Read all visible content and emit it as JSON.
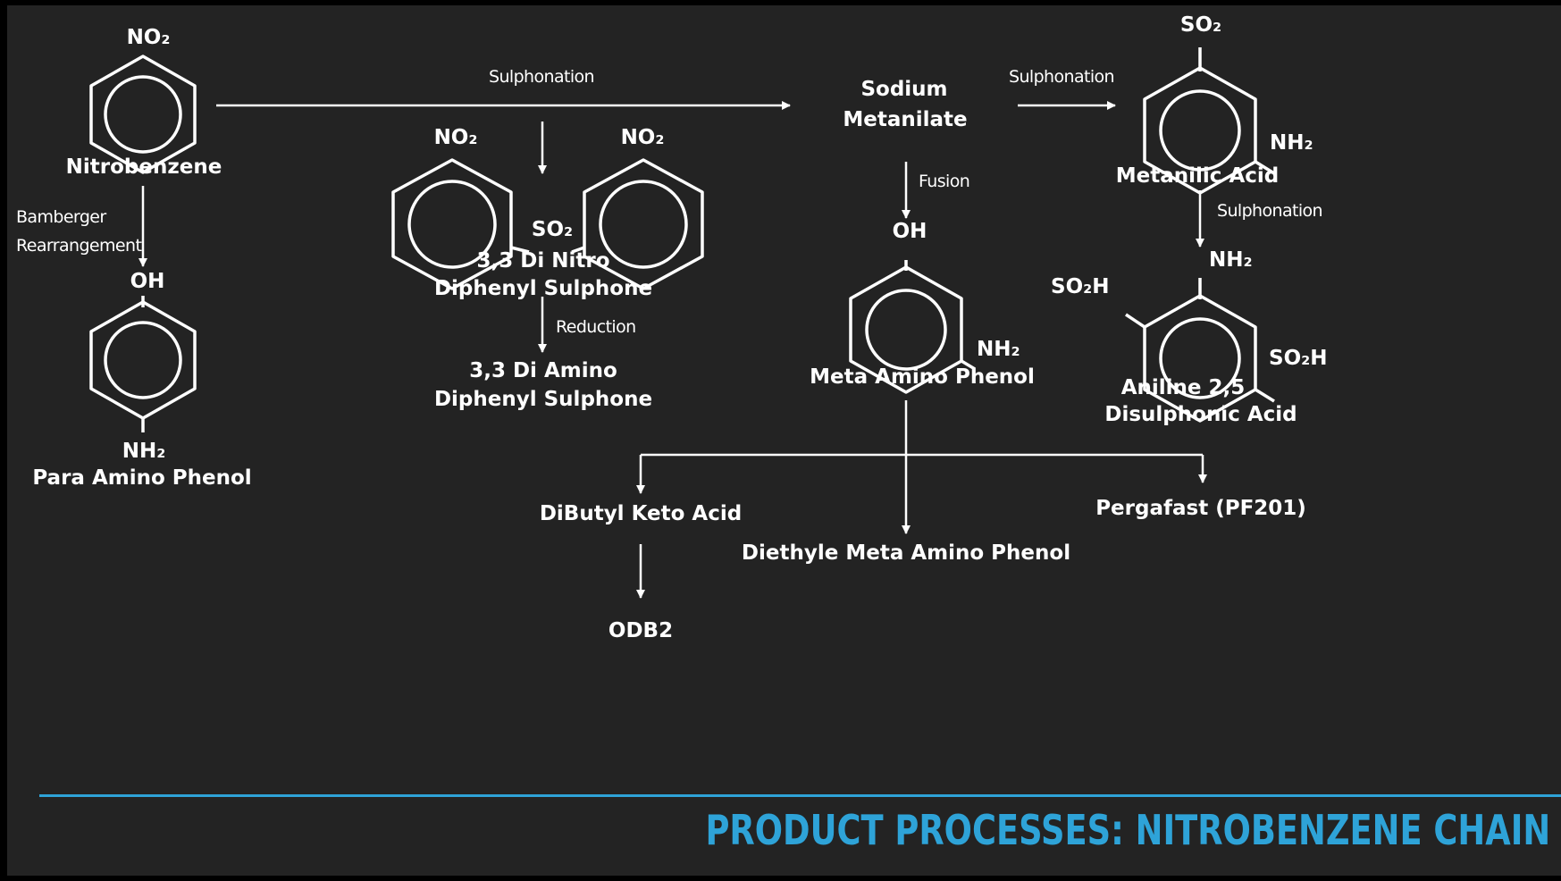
{
  "colors": {
    "background": "#232323",
    "foreground": "#ffffff",
    "accent": "#2ea3d8"
  },
  "footer": {
    "title": "PRODUCT PROCESSES: NITROBENZENE CHAIN"
  },
  "compounds": {
    "nitrobenzene": {
      "name": "Nitrobenzene",
      "top_group": "NO₂"
    },
    "para_amino_phenol": {
      "name": "Para Amino Phenol",
      "top_group": "OH",
      "bottom_group": "NH₂"
    },
    "dinitro_sulphone": {
      "name_line1": "3,3 Di Nitro",
      "name_line2": "Diphenyl Sulphone",
      "left_group": "NO₂",
      "right_group": "NO₂",
      "bridge_group": "SO₂"
    },
    "diamino_sulphone": {
      "name_line1": "3,3 Di Amino",
      "name_line2": "Diphenyl Sulphone"
    },
    "sodium_metanilate": {
      "name_line1": "Sodium",
      "name_line2": "Metanilate"
    },
    "meta_amino_phenol": {
      "name": "Meta Amino Phenol",
      "top_group": "OH",
      "side_group": "NH₂"
    },
    "metanilic_acid": {
      "name": "Metanilic Acid",
      "top_group": "SO₂",
      "side_group": "NH₂"
    },
    "aniline_disulphonic": {
      "name_line1": "Aniline 2,5",
      "name_line2": "Disulphonic Acid",
      "top_group": "NH₂",
      "left_group": "SO₂H",
      "right_group": "SO₂H"
    },
    "dibutyl_keto_acid": {
      "name": "DiButyl Keto Acid"
    },
    "diethyle_map": {
      "name": "Diethyle Meta Amino Phenol"
    },
    "pergafast": {
      "name": "Pergafast (PF201)"
    },
    "odb2": {
      "name": "ODB2"
    }
  },
  "reactions": {
    "sulphonation_main": "Sulphonation",
    "sulphonation_right": "Sulphonation",
    "sulphonation_down": "Sulphonation",
    "bamberger_line1": "Bamberger",
    "bamberger_line2": "Rearrangement",
    "fusion": "Fusion",
    "reduction": "Reduction"
  }
}
